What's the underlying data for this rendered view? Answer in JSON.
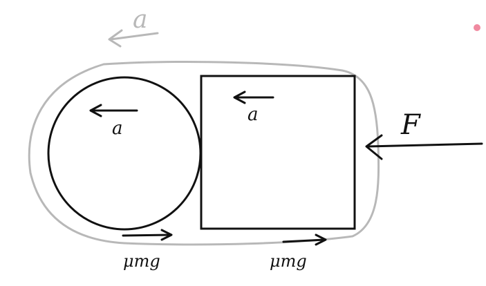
{
  "labels": {
    "system_acceleration": "a",
    "ball_acceleration": "a",
    "block_acceleration": "a",
    "applied_force": "F",
    "friction_ball": "μmg",
    "friction_block": "μmg"
  },
  "colors": {
    "ink": "#111111",
    "system_outline": "#b8b8b8",
    "marker_dot": "#f08aa0"
  }
}
